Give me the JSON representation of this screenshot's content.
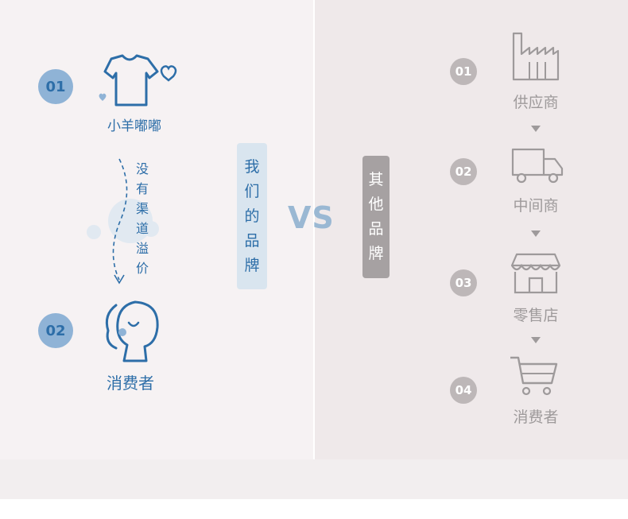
{
  "left": {
    "step1": {
      "num": "01",
      "label": "小羊嘟嘟"
    },
    "middle_note": [
      "没",
      "有",
      "渠",
      "道",
      "溢",
      "价"
    ],
    "step2": {
      "num": "02",
      "label": "消费者"
    },
    "brand_pill": [
      "我",
      "们",
      "的",
      "品",
      "牌"
    ]
  },
  "vs": "VS",
  "right": {
    "brand_pill": [
      "其",
      "他",
      "品",
      "牌"
    ],
    "steps": [
      {
        "num": "01",
        "label": "供应商"
      },
      {
        "num": "02",
        "label": "中间商"
      },
      {
        "num": "03",
        "label": "零售店"
      },
      {
        "num": "04",
        "label": "消费者"
      }
    ]
  },
  "colors": {
    "accent_blue": "#2d6ea8",
    "gray": "#9e9a9b"
  },
  "icons": [
    "tshirt-heart-icon",
    "person-profile-icon",
    "factory-icon",
    "truck-icon",
    "store-icon",
    "shopping-cart-icon"
  ]
}
